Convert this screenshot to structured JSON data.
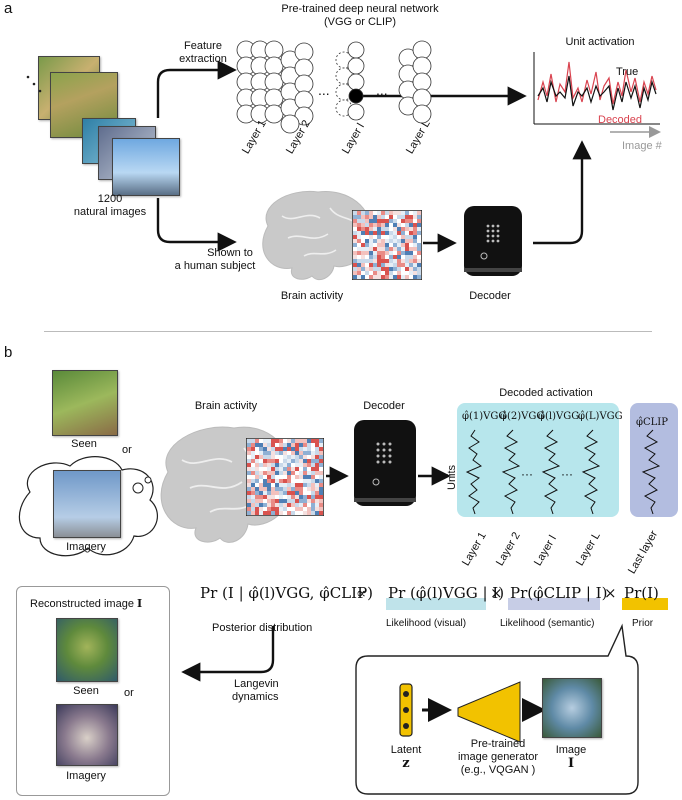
{
  "panel_a": {
    "letter": "a",
    "network_title_line1": "Pre-trained deep neural network",
    "network_title_line2": "(VGG or CLIP)",
    "feature_extraction_line1": "Feature",
    "feature_extraction_line2": "extraction",
    "dots": "...",
    "images_count": "1200",
    "images_label": "natural images",
    "layers": [
      "Layer 1",
      "Layer 2",
      "Layer l",
      "Layer L"
    ],
    "unit_activation": "Unit activation",
    "true_label": "True",
    "decoded_label": "Decoded",
    "image_axis": "Image #",
    "shown_line1": "Shown to",
    "shown_line2": "a human subject",
    "brain_activity": "Brain activity",
    "decoder": "Decoder"
  },
  "panel_b": {
    "letter": "b",
    "seen": "Seen",
    "or": "or",
    "imagery": "Imagery",
    "brain_activity": "Brain activity",
    "decoder": "Decoder",
    "decoded_activation": "Decoded activation",
    "units": "Units",
    "vgg_labels": [
      "φ̂(1)VGG",
      "φ̂(2)VGG",
      "φ̂(l)VGG",
      "φ̂(L)VGG"
    ],
    "clip_label": "φ̂CLIP",
    "layers": [
      "Layer 1",
      "Layer 2",
      "Layer l",
      "Layer L"
    ],
    "last_layer": "Last layer",
    "reconstructed_title": "Reconstructed image",
    "reconstructed_symbol": "I",
    "reconstructed_seen": "Seen",
    "reconstructed_or": "or",
    "reconstructed_imagery": "Imagery",
    "posterior_eq": "Pr (I | φ̂(l)VGG, φ̂CLIP)",
    "proportional": "∝",
    "likelihood_visual_eq": "Pr (φ̂(l)VGG | I)",
    "times": "×",
    "likelihood_semantic_eq": "Pr(φ̂CLIP | I)",
    "prior_eq": "Pr(I)",
    "posterior_label": "Posterior distribution",
    "likelihood_visual": "Likelihood (visual)",
    "likelihood_semantic": "Likelihood (semantic)",
    "prior": "Prior",
    "langevin_line1": "Langevin",
    "langevin_line2": "dynamics",
    "latent": "Latent",
    "latent_symbol": "z",
    "generator_line1": "Pre-trained",
    "generator_line2": "image generator",
    "generator_line3": "(e.g., VQGAN )",
    "image_label": "Image",
    "image_symbol": "I"
  },
  "colors": {
    "decoded": "#d9434f",
    "true": "#111111",
    "likelihood_visual_bg": "#bfe3ea",
    "likelihood_semantic_bg": "#c7cde6",
    "prior_bg": "#f2c200",
    "vgg_box": "#b7e6ec",
    "clip_box": "#b3bde0",
    "brain": "#c9c9c9",
    "decoder": "#111111"
  }
}
